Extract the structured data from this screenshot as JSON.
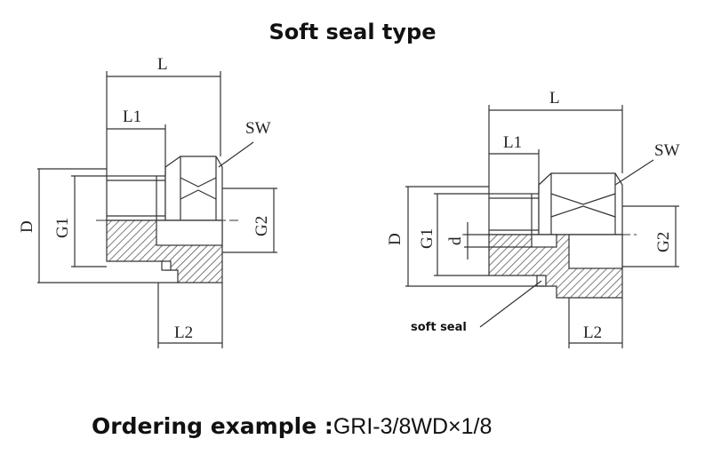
{
  "title": "Soft seal type",
  "left_drawing": {
    "labels": {
      "L": "L",
      "L1": "L1",
      "SW": "SW",
      "D": "D",
      "G1": "G1",
      "G2": "G2",
      "L2": "L2"
    }
  },
  "right_drawing": {
    "labels": {
      "L": "L",
      "L1": "L1",
      "SW": "SW",
      "D": "D",
      "G1": "G1",
      "d": "d",
      "G2": "G2",
      "L2": "L2",
      "soft_seal": "soft seal"
    }
  },
  "ordering": {
    "label": "Ordering example :",
    "value": "GRI-3/8WD×1/8"
  }
}
